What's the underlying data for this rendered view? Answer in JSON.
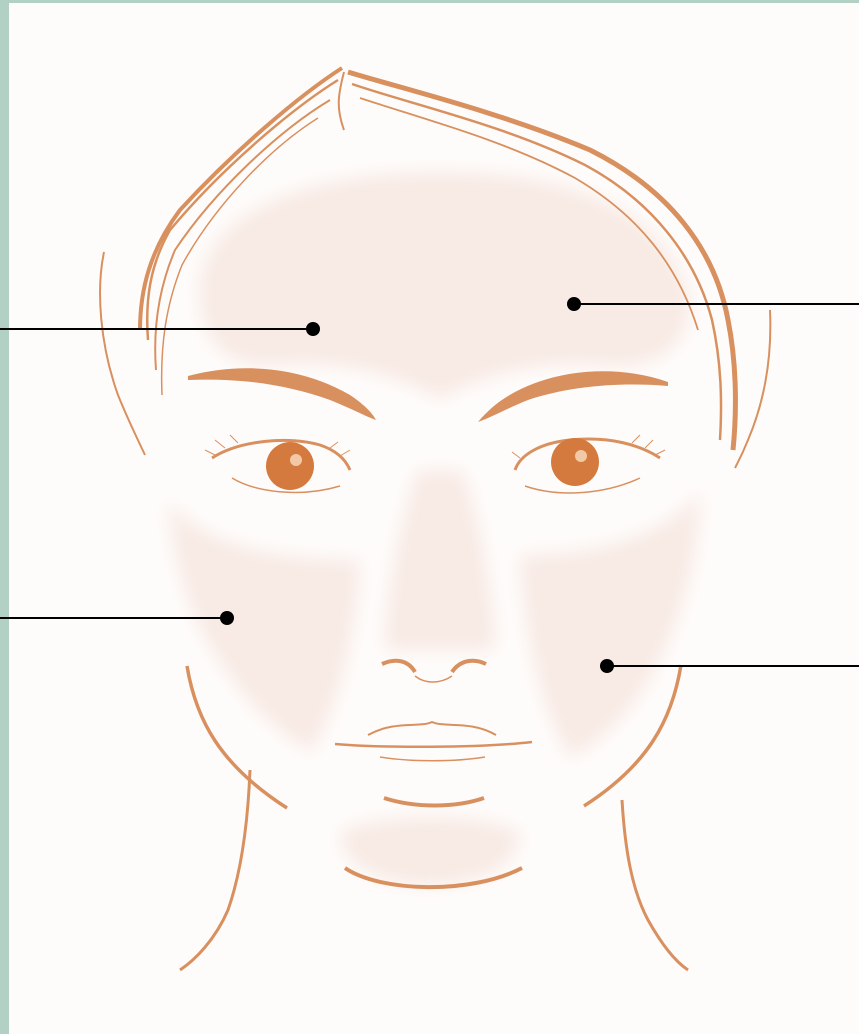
{
  "diagram": {
    "subject": "face-zones",
    "colors": {
      "background": "#fefcfb",
      "frame": "#b3d0c5",
      "line_art": "#d9905f",
      "iris": "#d57a3e",
      "zone_fill": "#f8eae4",
      "pointer": "#000000"
    },
    "zones": [
      {
        "id": "forehead-left",
        "label": ""
      },
      {
        "id": "forehead-right",
        "label": ""
      },
      {
        "id": "cheek-left",
        "label": ""
      },
      {
        "id": "cheek-right",
        "label": ""
      }
    ]
  }
}
